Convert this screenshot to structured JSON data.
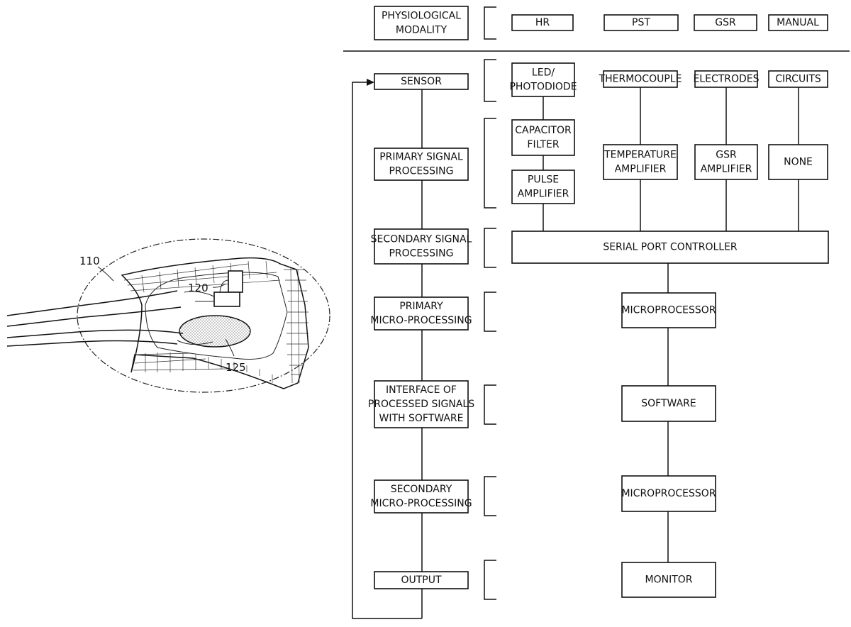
{
  "figure": {
    "refs": {
      "housing": "110",
      "circuit": "120",
      "sensor_pad": "125"
    }
  },
  "stages": {
    "modality": [
      "PHYSIOLOGICAL",
      "MODALITY"
    ],
    "sensor": [
      "SENSOR"
    ],
    "primary_signal": [
      "PRIMARY SIGNAL",
      "PROCESSING"
    ],
    "secondary_signal": [
      "SECONDARY SIGNAL",
      "PROCESSING"
    ],
    "primary_micro": [
      "PRIMARY",
      "MICRO-PROCESSING"
    ],
    "interface": [
      "INTERFACE OF",
      "PROCESSED SIGNALS",
      "WITH SOFTWARE"
    ],
    "secondary_micro": [
      "SECONDARY",
      "MICRO-PROCESSING"
    ],
    "output": [
      "OUTPUT"
    ]
  },
  "modalities": [
    "HR",
    "PST",
    "GSR",
    "MANUAL"
  ],
  "sensors": {
    "hr": [
      "LED/",
      "PHOTODIODE"
    ],
    "pst": [
      "THERMOCOUPLE"
    ],
    "gsr": [
      "ELECTRODES"
    ],
    "manual": [
      "CIRCUITS"
    ]
  },
  "processing": {
    "capacitor": [
      "CAPACITOR",
      "FILTER"
    ],
    "pulse": [
      "PULSE",
      "AMPLIFIER"
    ],
    "temperature": [
      "TEMPERATURE",
      "AMPLIFIER"
    ],
    "gsr": [
      "GSR",
      "AMPLIFIER"
    ],
    "none": [
      "NONE"
    ]
  },
  "chain": {
    "serial_port": [
      "SERIAL PORT CONTROLLER"
    ],
    "microprocessor_1": [
      "MICROPROCESSOR"
    ],
    "software": [
      "SOFTWARE"
    ],
    "microprocessor_2": [
      "MICROPROCESSOR"
    ],
    "monitor": [
      "MONITOR"
    ]
  }
}
